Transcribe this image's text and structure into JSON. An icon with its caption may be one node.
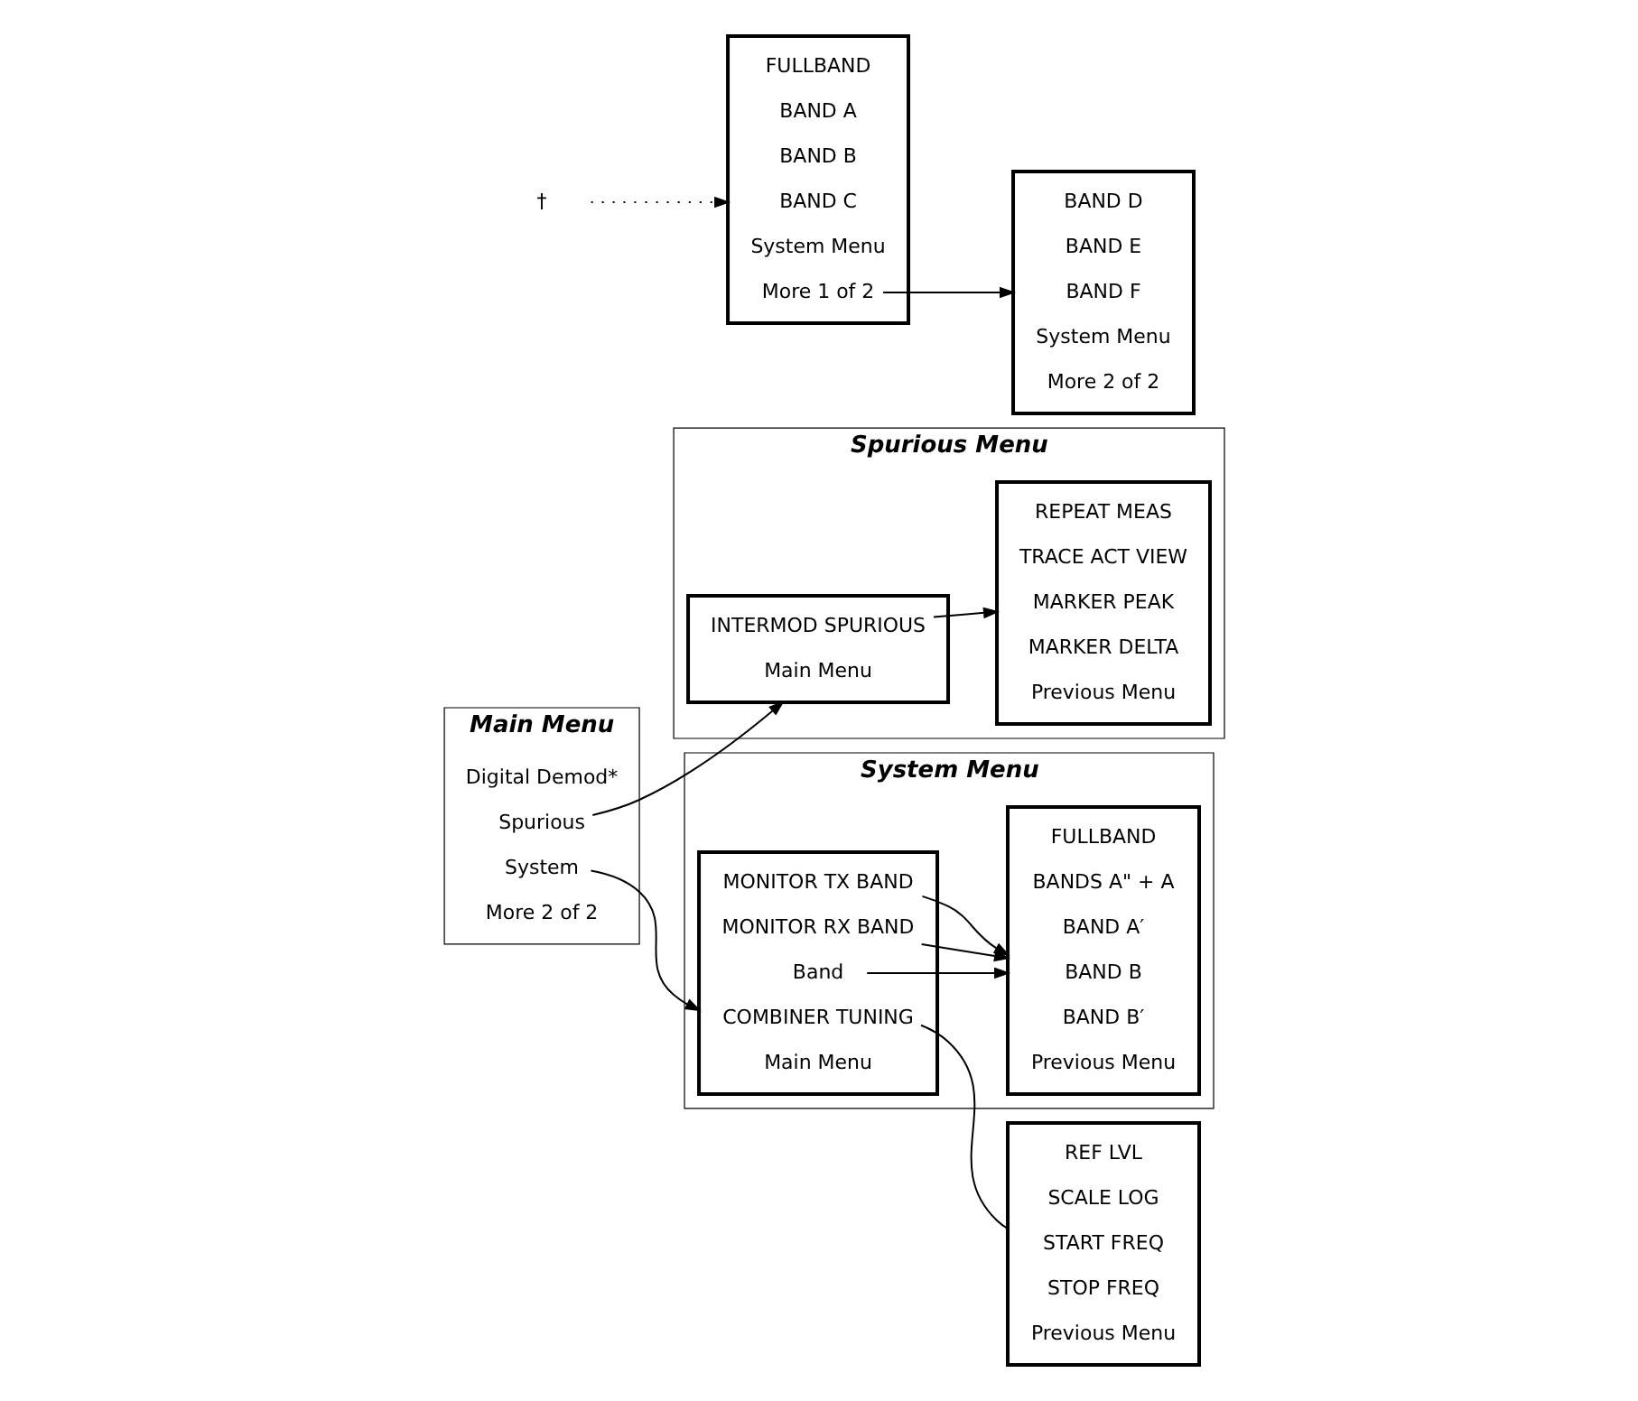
{
  "diagram": {
    "nodes": [
      {
        "text": [
          "Main Menu"
        ]
      },
      {
        "text": [
          "Digital Demod*"
        ],
        "in": 0
      },
      {
        "text": [
          "System"
        ],
        "in": 0
      },
      {
        "text": [
          "Spurious"
        ],
        "in": 0
      },
      {
        "text": [
          "More 2 of 2"
        ],
        "in": 0
      },
      {
        "text": [
          "System Menu"
        ]
      },
      {
        "text": [],
        "shape": "box",
        "in": 5
      },
      {
        "text": [
          "MONITOR TX BAND"
        ],
        "in": 6
      },
      {
        "text": [
          "MONITOR RX BAND"
        ],
        "in": 6
      },
      {
        "text": [
          "COMBINER TUNING"
        ],
        "in": 6
      },
      {
        "text": [
          "Band"
        ],
        "in": 6
      },
      {
        "text": [
          "Main Menu"
        ],
        "in": 6
      },
      {
        "text": [],
        "shape": "box",
        "in": 5
      },
      {
        "text": [
          "FULLBAND"
        ],
        "in": 12
      },
      {
        "text": [
          "BANDS A\" + A"
        ],
        "in": 12
      },
      {
        "text": [
          "BAND A′"
        ],
        "in": 12
      },
      {
        "text": [
          "BAND B"
        ],
        "in": 12
      },
      {
        "text": [
          "BAND B′"
        ],
        "in": 12
      },
      {
        "text": [
          "Previous Menu"
        ],
        "in": 12
      },
      {
        "text": [],
        "shape": "box"
      },
      {
        "text": [
          "FULLBAND"
        ],
        "in": 19
      },
      {
        "text": [
          "BAND A"
        ],
        "in": 19
      },
      {
        "text": [
          "BAND B"
        ],
        "in": 19
      },
      {
        "text": [
          "BAND C"
        ],
        "in": 19
      },
      {
        "text": [
          "System Menu"
        ],
        "in": 19
      },
      {
        "text": [
          "More 1 of 2"
        ],
        "in": 19
      },
      {
        "text": [],
        "shape": "box"
      },
      {
        "text": [
          "BAND D"
        ],
        "in": 26
      },
      {
        "text": [
          "BAND E"
        ],
        "in": 26
      },
      {
        "text": [
          "BAND F"
        ],
        "in": 26
      },
      {
        "text": [
          "System Menu"
        ],
        "in": 26
      },
      {
        "text": [
          "More 2 of 2"
        ],
        "in": 26
      },
      {
        "text": [],
        "shape": "box"
      },
      {
        "text": [
          "REF LVL"
        ],
        "in": 32
      },
      {
        "text": [
          "SCALE LOG"
        ],
        "in": 32
      },
      {
        "text": [
          "START FREQ"
        ],
        "in": 32
      },
      {
        "text": [
          "STOP FREQ"
        ],
        "in": 32
      },
      {
        "text": [
          "Previous Menu"
        ],
        "in": 32
      },
      {
        "text": [
          "Spurious Menu"
        ]
      },
      {
        "text": [],
        "shape": "box",
        "in": 38
      },
      {
        "text": [
          "INTERMOD SPURIOUS"
        ],
        "in": 39
      },
      {
        "text": [
          "Main Menu"
        ],
        "in": 39
      },
      {
        "text": [],
        "shape": "box",
        "in": 38
      },
      {
        "text": [
          "REPEAT MEAS"
        ],
        "in": 42
      },
      {
        "text": [
          "TRACE ACT VIEW"
        ],
        "in": 42
      },
      {
        "text": [
          "MARKER PEAK"
        ],
        "in": 42
      },
      {
        "text": [
          "MARKER DELTA"
        ],
        "in": 42
      },
      {
        "text": [
          "Previous Menu"
        ],
        "in": 42
      },
      {
        "text": [
          "†"
        ]
      }
    ],
    "edges": [
      {
        "from": 2,
        "to": 6,
        "arrow": "to"
      },
      {
        "from": 3,
        "to": 39,
        "arrow": "to"
      },
      {
        "from": 7,
        "to": 12,
        "arrow": "to"
      },
      {
        "from": 8,
        "to": 12,
        "arrow": "to"
      },
      {
        "from": 10,
        "to": 12,
        "arrow": "to"
      },
      {
        "from": 9,
        "to": 32,
        "arrow": "none"
      },
      {
        "from": 25,
        "to": 26,
        "arrow": "to"
      },
      {
        "from": 40,
        "to": 42,
        "arrow": "to"
      },
      {
        "from": 48,
        "to": 19,
        "arrow": "to",
        "style": "dashed"
      }
    ]
  }
}
